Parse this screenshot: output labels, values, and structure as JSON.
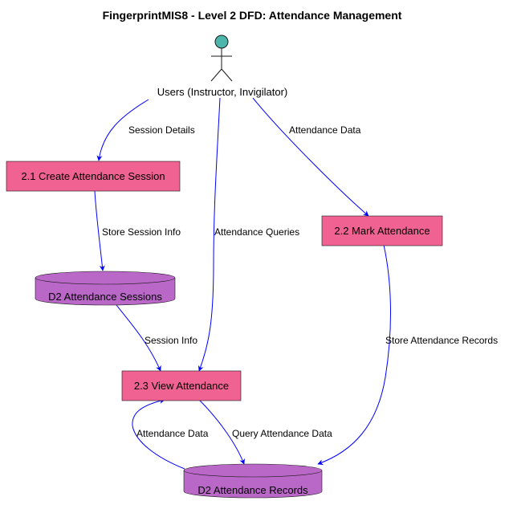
{
  "title": "FingerprintMIS8 - Level 2 DFD: Attendance Management",
  "colors": {
    "process_fill": "#f06292",
    "store_fill": "#ba68c8",
    "actor_head": "#4db6ac",
    "arrow": "#0000ff",
    "outline": "#181818"
  },
  "actor": {
    "label": "Users (Instructor, Invigilator)",
    "icon": "stick-figure-icon"
  },
  "processes": {
    "create_session": "2.1 Create Attendance Session",
    "mark_attendance": "2.2 Mark Attendance",
    "view_attendance": "2.3 View Attendance"
  },
  "stores": {
    "sessions": "D2 Attendance Sessions",
    "records": "D2 Attendance Records"
  },
  "flows": {
    "session_details": "Session Details",
    "attendance_data_in": "Attendance Data",
    "attendance_queries": "Attendance Queries",
    "store_session_info": "Store Session Info",
    "store_attendance_records": "Store Attendance Records",
    "session_info": "Session Info",
    "attendance_data_out": "Attendance Data",
    "query_attendance_data": "Query Attendance Data"
  }
}
